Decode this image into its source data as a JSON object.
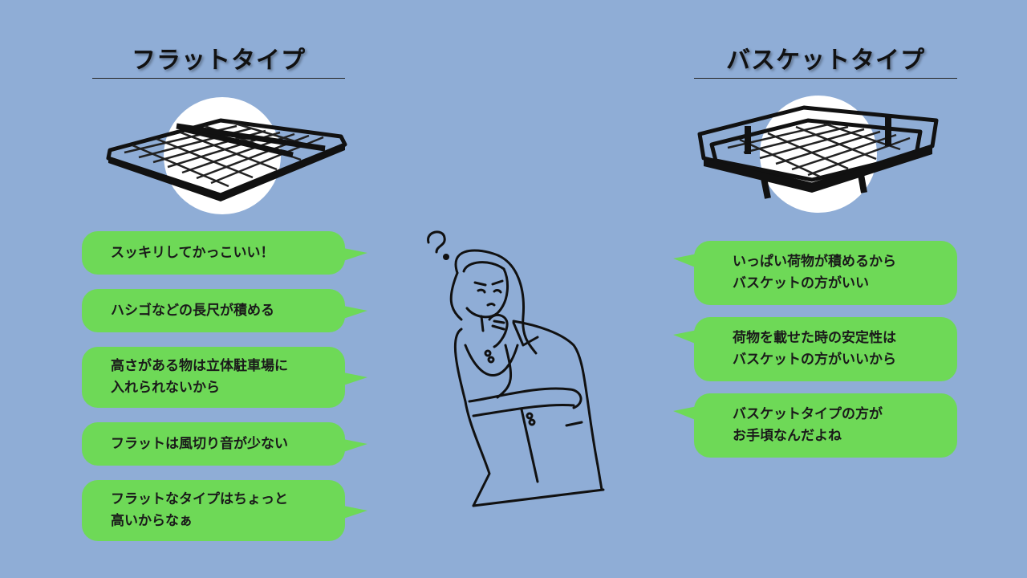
{
  "left": {
    "title": "フラットタイプ",
    "bubbles": [
      "スッキリしてかっこいい！",
      "ハシゴなどの長尺が積める",
      "高さがある物は立体駐車場に\n入れられないから",
      "フラットは風切り音が少ない",
      "フラットなタイプはちょっと\n高いからなぁ"
    ]
  },
  "right": {
    "title": "バスケットタイプ",
    "bubbles": [
      "いっぱい荷物が積めるから\nバスケットの方がいい",
      "荷物を載せた時の安定性は\nバスケットの方がいいから",
      "バスケットタイプの方が\nお手頃なんだよね"
    ]
  },
  "colors": {
    "background": "#8fadd6",
    "bubble": "#6ed957",
    "text": "#1a1a1a"
  },
  "icons": {
    "flat_rack": "flat-roof-rack-photo",
    "basket_rack": "basket-roof-rack-photo",
    "person": "thinking-woman-illustration"
  }
}
